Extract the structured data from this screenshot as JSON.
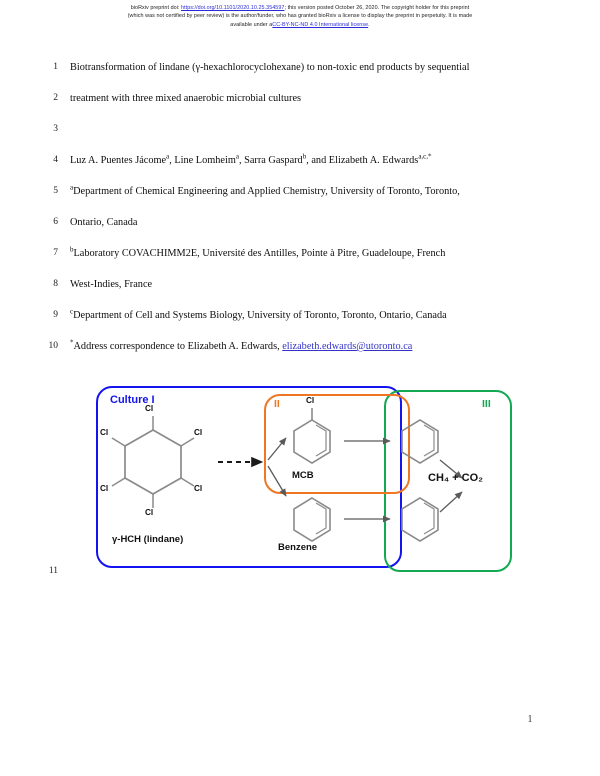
{
  "preprint_banner": {
    "line1_prefix": "bioRxiv preprint doi: ",
    "doi_url": "https://doi.org/10.1101/2020.10.25.354597",
    "line1_suffix": "; this version posted October 26, 2020. The copyright holder for this preprint",
    "line2": "(which was not certified by peer review) is the author/funder, who has granted bioRxiv a license to display the preprint in perpetuity. It is made",
    "line3_prefix": "available under a",
    "license": "CC-BY-NC-ND 4.0 International license",
    "line3_suffix": "."
  },
  "manuscript": {
    "lines": [
      {
        "number": "1",
        "text": "Biotransformation of lindane (γ-hexachlorocyclohexane) to non-toxic end products by sequential"
      },
      {
        "number": "2",
        "text": "treatment with three mixed anaerobic microbial cultures"
      },
      {
        "number": "3",
        "text": ""
      },
      {
        "number": "4",
        "text": "Luz A. Puentes Jácomeᵃ, Line Lomheimᵃ, Sarra Gaspardᵇ, and Elizabeth A. Edwardsᵃʸʷ*"
      },
      {
        "number": "5",
        "text": "ᵃDepartment of Chemical Engineering and Applied Chemistry, University of Toronto, Toronto,"
      },
      {
        "number": "6",
        "text": "Ontario, Canada"
      },
      {
        "number": "7",
        "text": "ᵇLaboratory COVACHIMM2E, Université des Antilles, Pointe à Pitre, Guadeloupe, French"
      },
      {
        "number": "8",
        "text": "West-Indies, France"
      },
      {
        "number": "9",
        "text": "ᶜDepartment of Cell and Systems Biology, University of Toronto, Toronto, Ontario, Canada"
      },
      {
        "number": "10",
        "text": "*Address correspondence to Elizabeth A. Edwards, elizabeth.edwards@utoronto.ca"
      }
    ],
    "title_line1": "Biotransformation of lindane (γ-hexachlorocyclohexane) to non-toxic end products by sequential",
    "title_line2": "treatment with three mixed anaerobic microbial cultures",
    "authors_prefix": "Luz A. Puentes Jácome",
    "author_sup_a": "a",
    "authors_mid1": ", Line Lomheim",
    "authors_mid2": ", Sarra Gaspard",
    "author_sup_b": "b",
    "authors_mid3": ", and Elizabeth A. Edwards",
    "author_sup_ac": "a,c,*",
    "affil_a_sup": "a",
    "affil_a_line1": "Department of Chemical Engineering and Applied Chemistry, University of Toronto, Toronto,",
    "affil_a_line2": "Ontario, Canada",
    "affil_b_sup": "b",
    "affil_b_line1": "Laboratory COVACHIMM2E, Université des Antilles, Pointe à Pitre, Guadeloupe, French",
    "affil_b_line2": "West-Indies, France",
    "affil_c_sup": "c",
    "affil_c_line1": "Department of Cell and Systems Biology, University of Toronto, Toronto, Ontario, Canada",
    "correspondence_sup": "*",
    "correspondence_text": "Address correspondence to Elizabeth A. Edwards, ",
    "correspondence_email": "elizabeth.edwards@utoronto.ca",
    "line_numbers": {
      "n1": "1",
      "n2": "2",
      "n3": "3",
      "n4": "4",
      "n5": "5",
      "n6": "6",
      "n7": "7",
      "n8": "8",
      "n9": "9",
      "n10": "10",
      "n11": "11"
    }
  },
  "figure": {
    "box_culture1_label": "Culture I",
    "box_ii_label": "II",
    "box_iii_label": "III",
    "lindane_label": "γ-HCH (lindane)",
    "mcb_label": "MCB",
    "benzene_label": "Benzene",
    "products_label": "CH₄ + CO₂",
    "cl_substituents": [
      "Cl",
      "Cl",
      "Cl",
      "Cl",
      "Cl",
      "Cl"
    ],
    "mcb_cl_label": "Cl",
    "colors": {
      "culture1_blue": "#1414f0",
      "culture2_orange": "#ef7622",
      "culture3_green": "#14a852",
      "structure_gray": "#777777",
      "arrow_dark": "#1a1a1a"
    }
  },
  "page_number": "1"
}
